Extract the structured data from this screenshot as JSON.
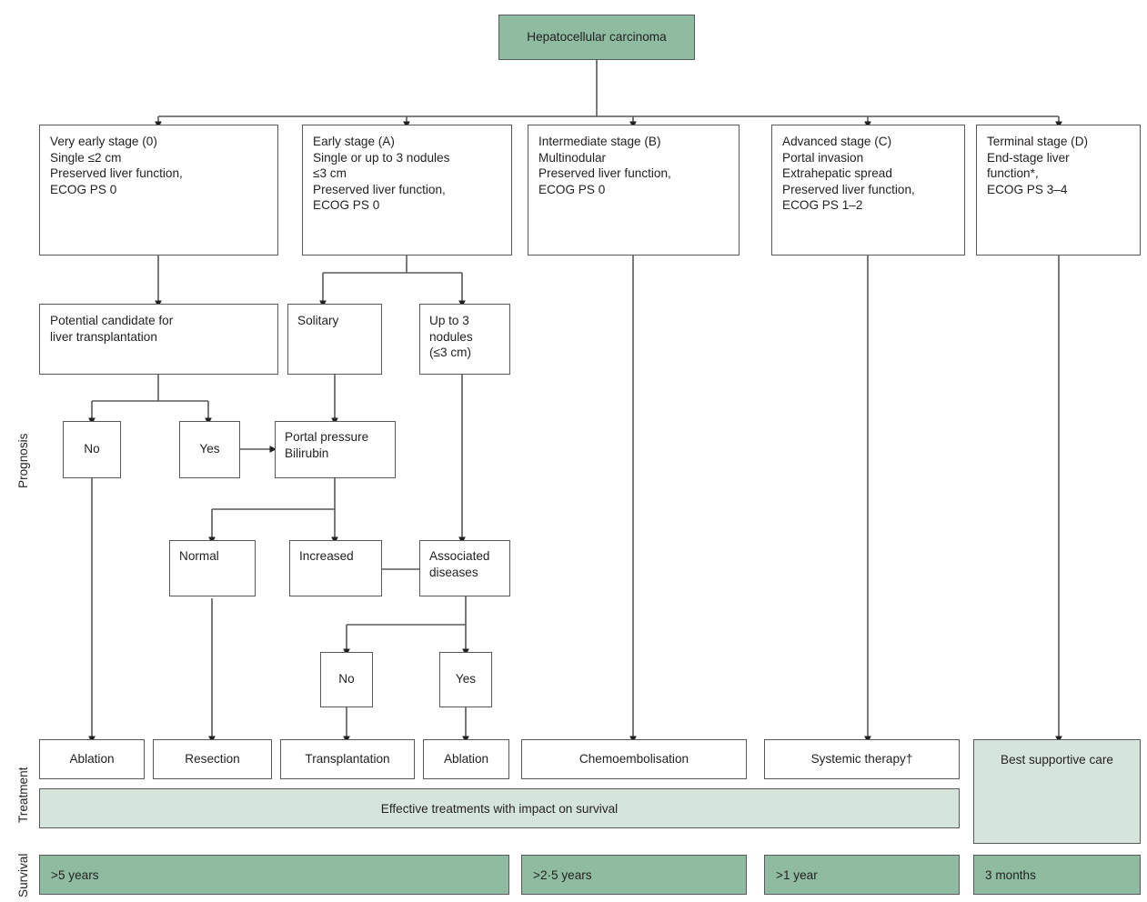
{
  "diagram": {
    "title": "Hepatocellular carcinoma",
    "side_labels": {
      "prognosis": "Prognosis",
      "treatment": "Treatment",
      "survival": "Survival"
    },
    "stages": [
      {
        "id": "stage-0",
        "text": "Very early stage (0)\nSingle ≤2 cm\nPreserved liver function,\nECOG PS 0"
      },
      {
        "id": "stage-a",
        "text": "Early stage (A)\nSingle or up to 3 nodules\n≤3 cm\nPreserved liver function,\nECOG PS 0"
      },
      {
        "id": "stage-b",
        "text": "Intermediate stage (B)\nMultinodular\nPreserved liver function,\nECOG PS 0"
      },
      {
        "id": "stage-c",
        "text": "Advanced stage (C)\nPortal invasion\nExtrahepatic spread\nPreserved liver function,\nECOG PS 1–2"
      },
      {
        "id": "stage-d",
        "text": "Terminal stage (D)\nEnd-stage liver\nfunction*,\nECOG PS 3–4"
      }
    ],
    "prognosis_nodes": {
      "transplant_candidate": "Potential candidate for\nliver transplantation",
      "solitary": "Solitary",
      "up_to_3_nodules": "Up to 3\nnodules\n(≤3 cm)",
      "candidate_no": "No",
      "candidate_yes": "Yes",
      "portal_pressure": "Portal pressure\nBilirubin",
      "pressure_normal": "Normal",
      "pressure_increased": "Increased",
      "associated_diseases": "Associated\ndiseases",
      "diseases_no": "No",
      "diseases_yes": "Yes"
    },
    "treatments": [
      {
        "id": "treatment-ablation-1",
        "label": "Ablation",
        "highlight": false
      },
      {
        "id": "treatment-resection",
        "label": "Resection",
        "highlight": false
      },
      {
        "id": "treatment-transplantation",
        "label": "Transplantation",
        "highlight": false
      },
      {
        "id": "treatment-ablation-2",
        "label": "Ablation",
        "highlight": false
      },
      {
        "id": "treatment-chemoembolisation",
        "label": "Chemoembolisation",
        "highlight": false
      },
      {
        "id": "treatment-systemic-therapy",
        "label": "Systemic therapy†",
        "highlight": false
      },
      {
        "id": "treatment-best-supportive-care",
        "label": "Best supportive care",
        "highlight": true
      }
    ],
    "effective_band": "Effective treatments with impact on survival",
    "survival": [
      {
        "id": "survival-very-early-early",
        "label": ">5 years"
      },
      {
        "id": "survival-intermediate",
        "label": ">2·5 years"
      },
      {
        "id": "survival-advanced",
        "label": ">1 year"
      },
      {
        "id": "survival-terminal",
        "label": "3 months"
      }
    ],
    "colors": {
      "header_green": "#8fbca1",
      "pale_green": "#d6e5dc",
      "border_grey": "#58595b",
      "text": "#231f20"
    }
  }
}
